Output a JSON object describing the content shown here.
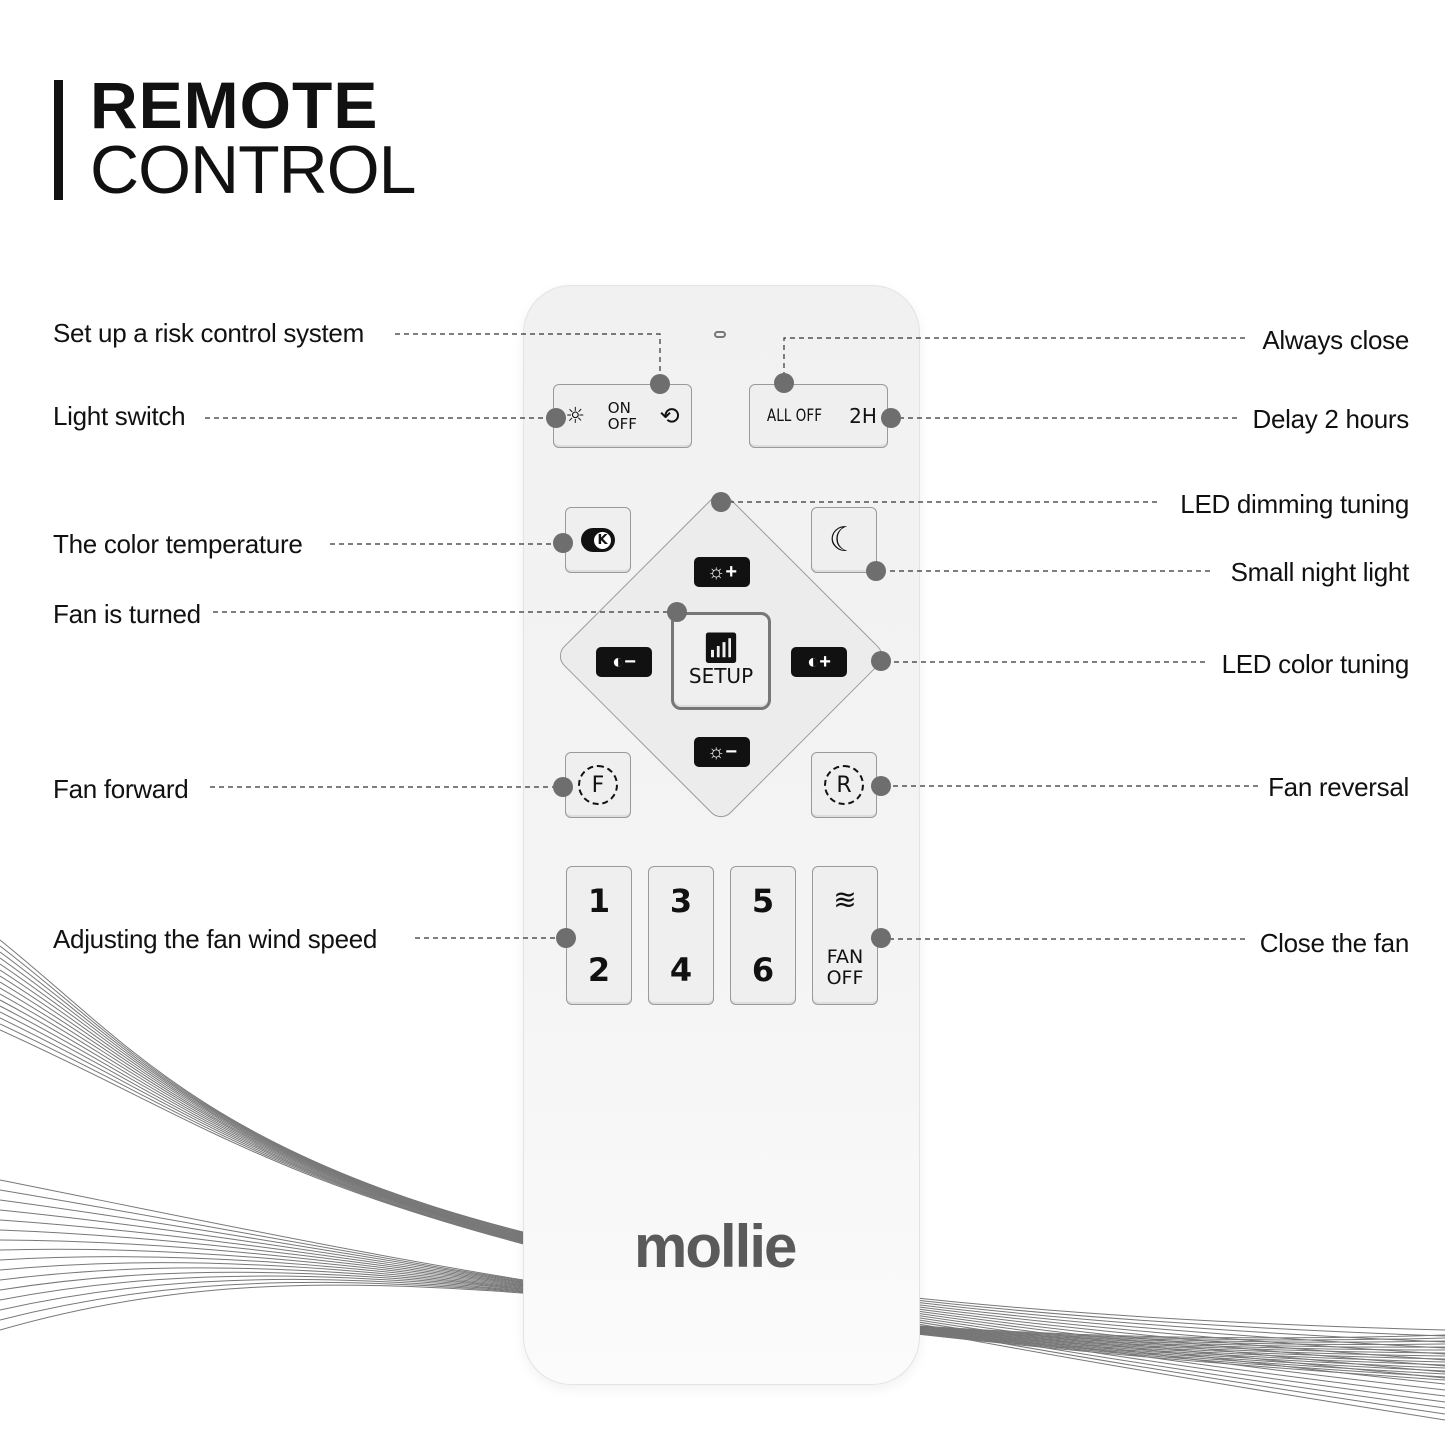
{
  "title": {
    "line1": "REMOTE",
    "line2": "CONTROL"
  },
  "annotations_left": [
    "Set up a risk control system",
    "Light switch",
    "The color temperature",
    "Fan is turned",
    "Fan forward",
    "Adjusting the fan wind speed"
  ],
  "annotations_right": [
    "Always close",
    "Delay 2 hours",
    "LED dimming tuning",
    "Small night light",
    "LED color tuning",
    "Fan reversal",
    "Close the fan"
  ],
  "remote": {
    "light_on": "ON",
    "light_off": "OFF",
    "all_off": "ALL OFF",
    "delay": "2H",
    "setup": "SETUP",
    "speeds": [
      "1",
      "2",
      "3",
      "4",
      "5",
      "6"
    ],
    "fan_off": "FAN OFF",
    "forward": "F",
    "reverse": "R",
    "ct": "K",
    "brand": "mollie"
  }
}
